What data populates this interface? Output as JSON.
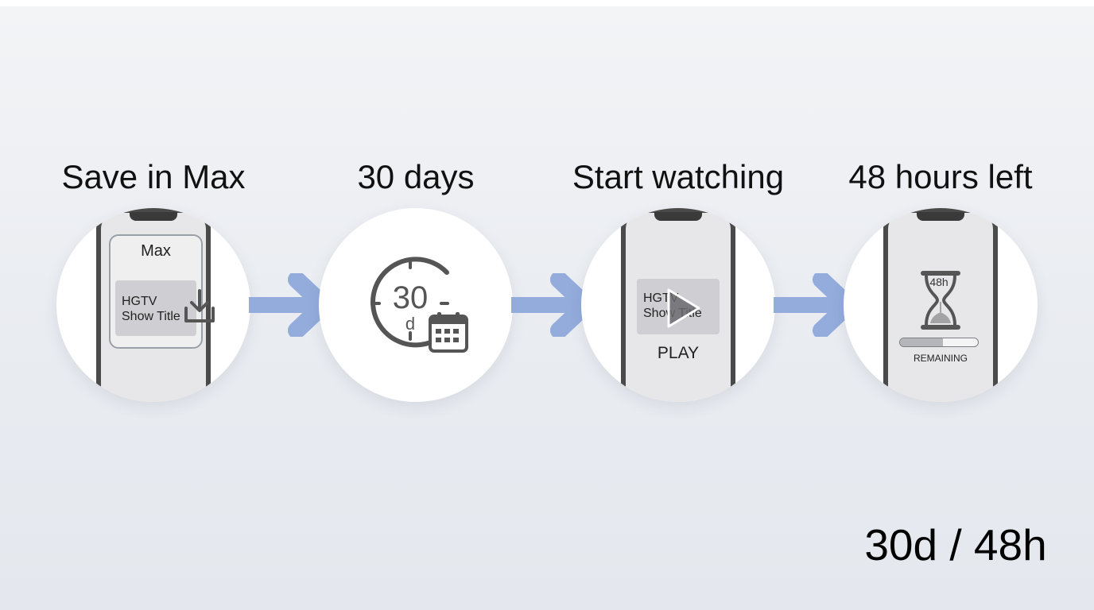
{
  "steps": [
    {
      "title": "Save in Max",
      "app_name": "Max",
      "show_line1": "HGTV",
      "show_line2": "Show Title",
      "icon": "download-icon"
    },
    {
      "title": "30 days",
      "clock_number": "30",
      "clock_unit": "d",
      "icon": "calendar-icon"
    },
    {
      "title": "Start watching",
      "show_line1": "HGTV",
      "show_line2": "Show Title",
      "play_label": "PLAY",
      "icon": "play-icon"
    },
    {
      "title": "48 hours left",
      "hourglass_label": "48h",
      "remaining_label": "REMAINING",
      "remaining_fraction": 0.55,
      "icon": "hourglass-icon"
    }
  ],
  "summary": "30d / 48h",
  "colors": {
    "arrow": "#93acdc",
    "phone_frame": "#4a4a4a",
    "icon_gray": "#555555"
  }
}
